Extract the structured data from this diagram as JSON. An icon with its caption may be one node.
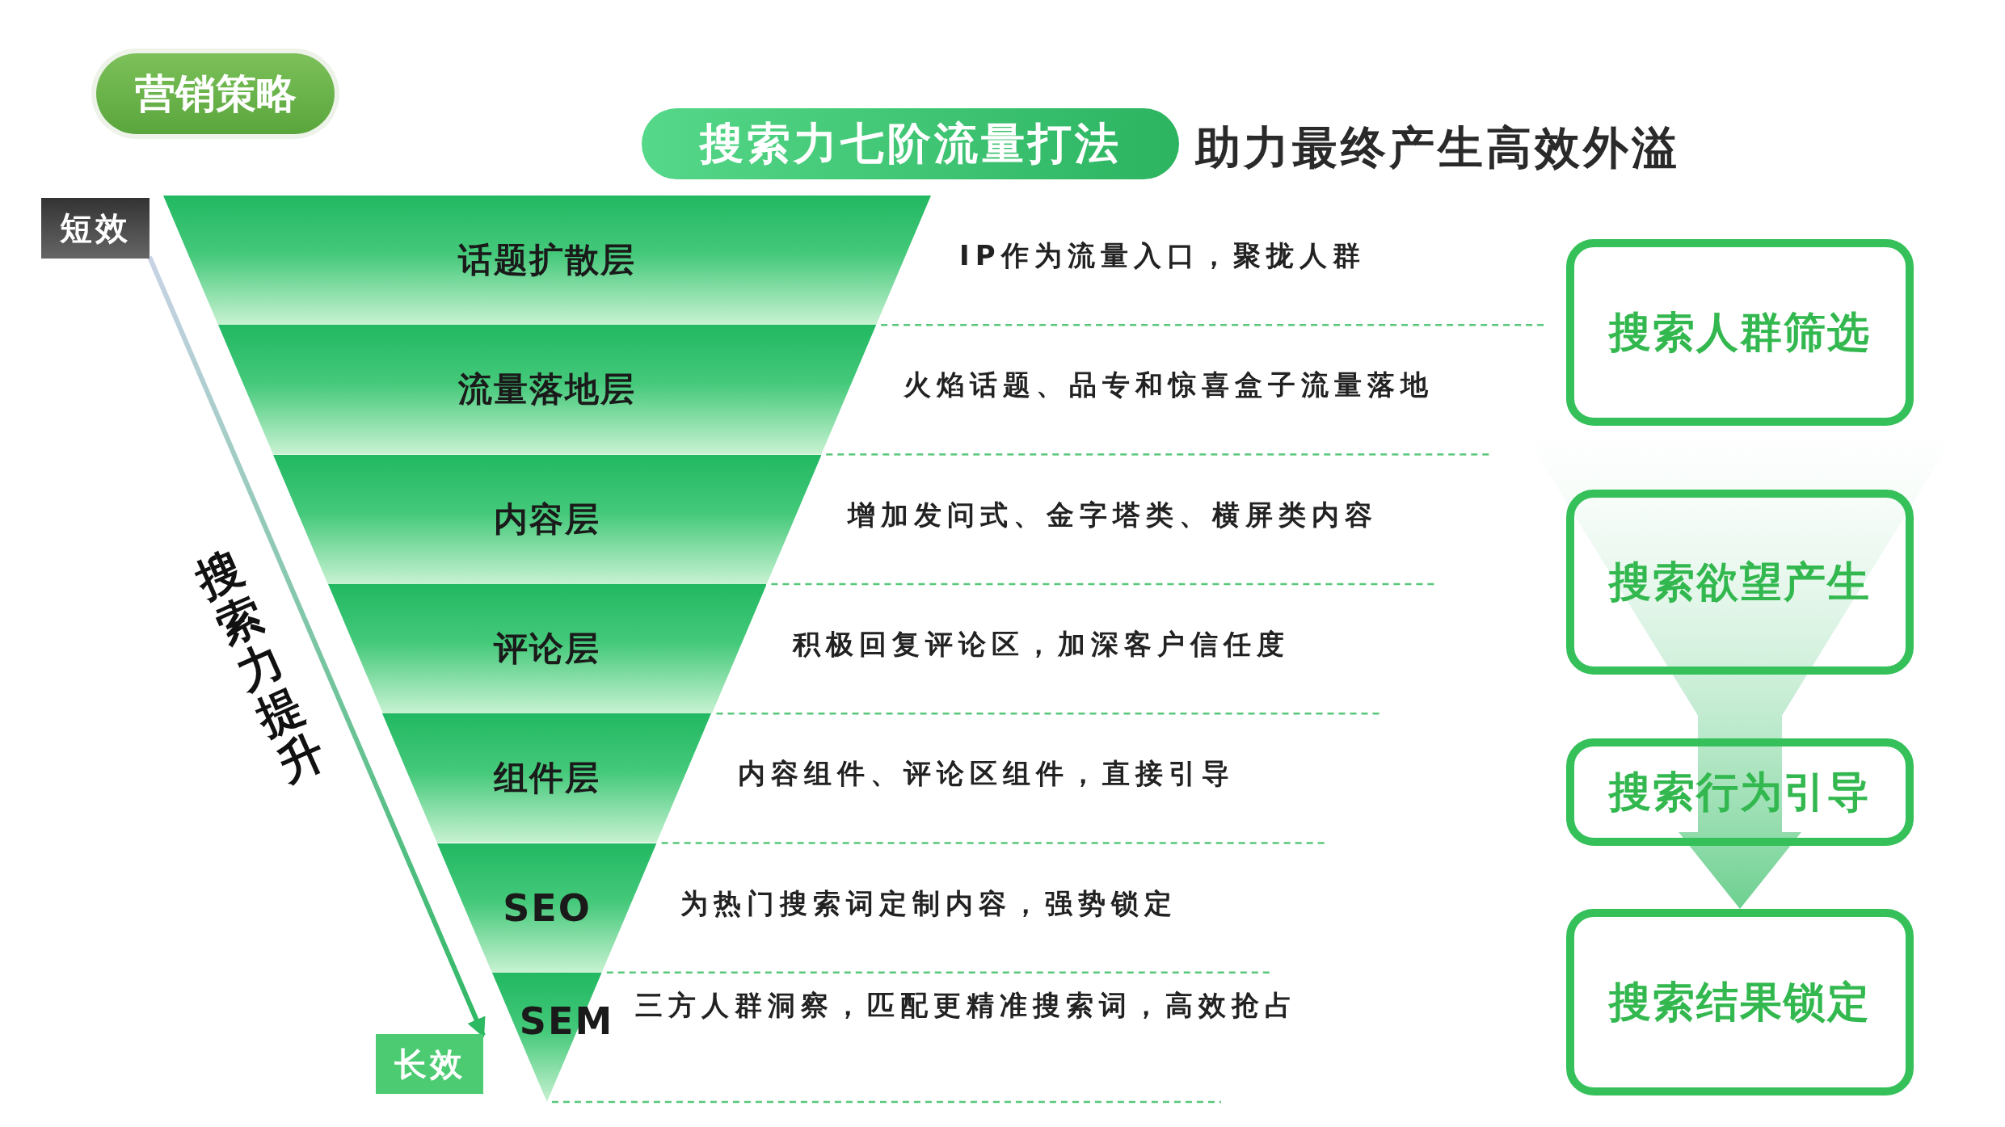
{
  "diagram": {
    "nodes": [
      {
        "text": [
          "营销策略"
        ]
      },
      {
        "text": [
          "搜索力七阶流量打法"
        ],
        "beside": [
          "助力最终产生高效外溢"
        ]
      },
      {
        "text": [
          "短效"
        ]
      },
      {
        "text": [
          "话题扩散层"
        ],
        "beside": [
          "IP作为流量入口，聚拢人群"
        ]
      },
      {
        "text": [
          "流量落地层"
        ],
        "beside": [
          "火焰话题、品专和惊喜盒子流量落地"
        ]
      },
      {
        "text": [
          "内容层"
        ],
        "beside": [
          "增加发问式、金字塔类、横屏类内容"
        ]
      },
      {
        "text": [
          "评论层"
        ],
        "beside": [
          "积极回复评论区，加深客户信任度"
        ]
      },
      {
        "text": [
          "组件层"
        ],
        "beside": [
          "内容组件、评论区组件，直接引导"
        ]
      },
      {
        "text": [
          "SEO"
        ],
        "beside": [
          "为热门搜索词定制内容，强势锁定"
        ]
      },
      {
        "text": [
          "SEM"
        ],
        "beside": [
          "三方人群洞察，匹配更精准搜索词，高效抢占"
        ]
      },
      {
        "text": [
          "长效"
        ]
      },
      {
        "text": [
          "搜索人群筛选"
        ]
      },
      {
        "text": [
          "搜索欲望产生"
        ]
      },
      {
        "text": [
          "搜索行为引导"
        ]
      },
      {
        "text": [
          "搜索结果锁定"
        ]
      }
    ],
    "edges": [
      {
        "from": 2,
        "to": 10,
        "arrow": "to"
      },
      {
        "from": 11,
        "to": 14,
        "arrow": "to"
      }
    ],
    "labels": [
      "搜索力提升"
    ]
  }
}
